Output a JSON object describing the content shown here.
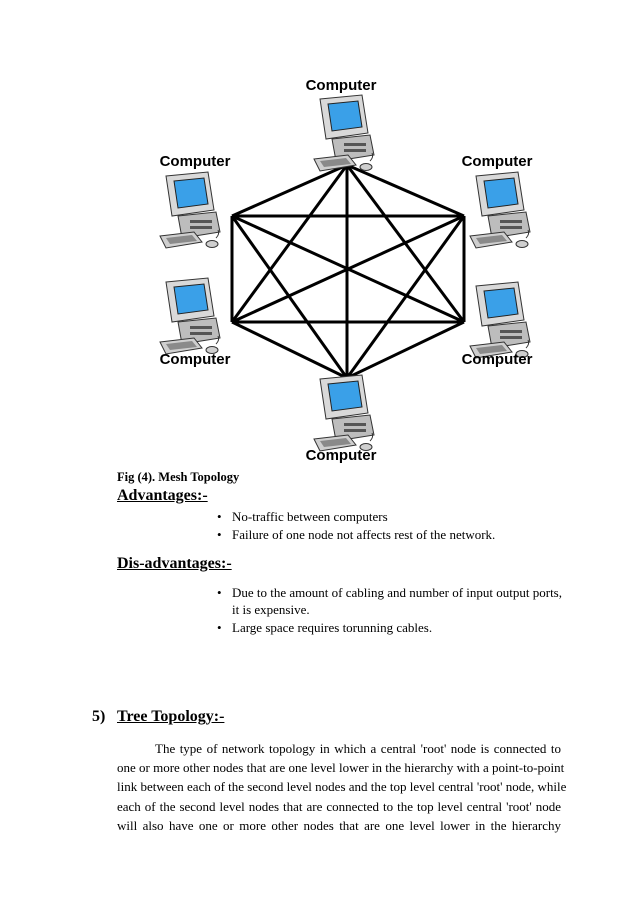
{
  "diagram": {
    "node_label": "Computer",
    "nodes": [
      {
        "id": "top",
        "label": "Computer"
      },
      {
        "id": "upper-left",
        "label": "Computer"
      },
      {
        "id": "upper-right",
        "label": "Computer"
      },
      {
        "id": "lower-left",
        "label": "Computer"
      },
      {
        "id": "lower-right",
        "label": "Computer"
      },
      {
        "id": "bottom",
        "label": "Computer"
      }
    ],
    "link_color": "#000000",
    "screen_color": "#3aa0e8"
  },
  "caption": "Fig (4). Mesh Topology",
  "advantages": {
    "heading": "Advantages:-",
    "items": [
      "No-traffic between computers",
      "Failure of one node not affects rest of the network."
    ]
  },
  "disadvantages": {
    "heading": "Dis-advantages:-",
    "items": [
      "Due to the amount of cabling and number of input output ports,",
      "it is expensive.",
      "Large space requires torunning cables."
    ]
  },
  "section": {
    "number": "5)",
    "title": "Tree Topology:-",
    "paragraph_lines": [
      "The type of network topology in which a central 'root' node is connected to",
      "one or more other nodes that are one level lower in the hierarchy with a point-to-point",
      "link between each of the second level nodes and the top level central 'root' node, while",
      "each of the second level nodes that are connected to the top level central 'root' node",
      "will also have one or more other nodes that are one level lower in the hierarchy"
    ]
  }
}
